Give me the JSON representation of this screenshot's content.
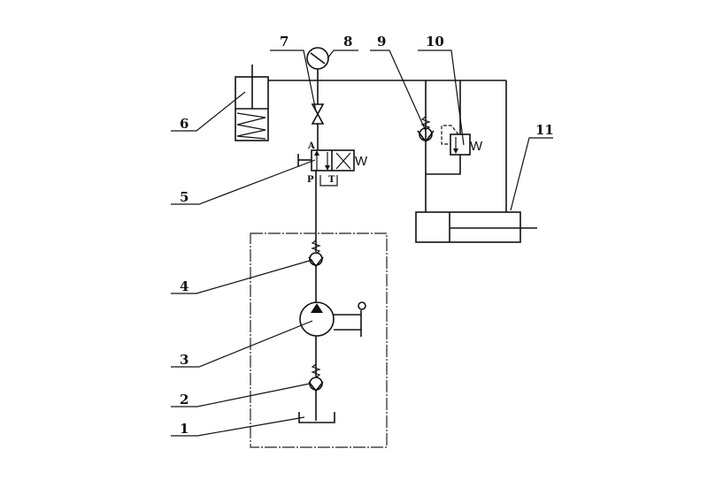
{
  "diagram": {
    "labels": {
      "tank": "1",
      "suction_check_valve": "2",
      "hand_pump": "3",
      "outlet_check_valve": "4",
      "directional_valve": "5",
      "accumulator": "6",
      "throttle_valve": "7",
      "pressure_gauge": "8",
      "check_valve": "9",
      "relief_valve": "10",
      "cylinder": "11"
    },
    "ports": {
      "a": "A",
      "p": "P",
      "t": "T"
    },
    "spring_marks": {
      "valve5": "W",
      "valve10": "W"
    }
  }
}
